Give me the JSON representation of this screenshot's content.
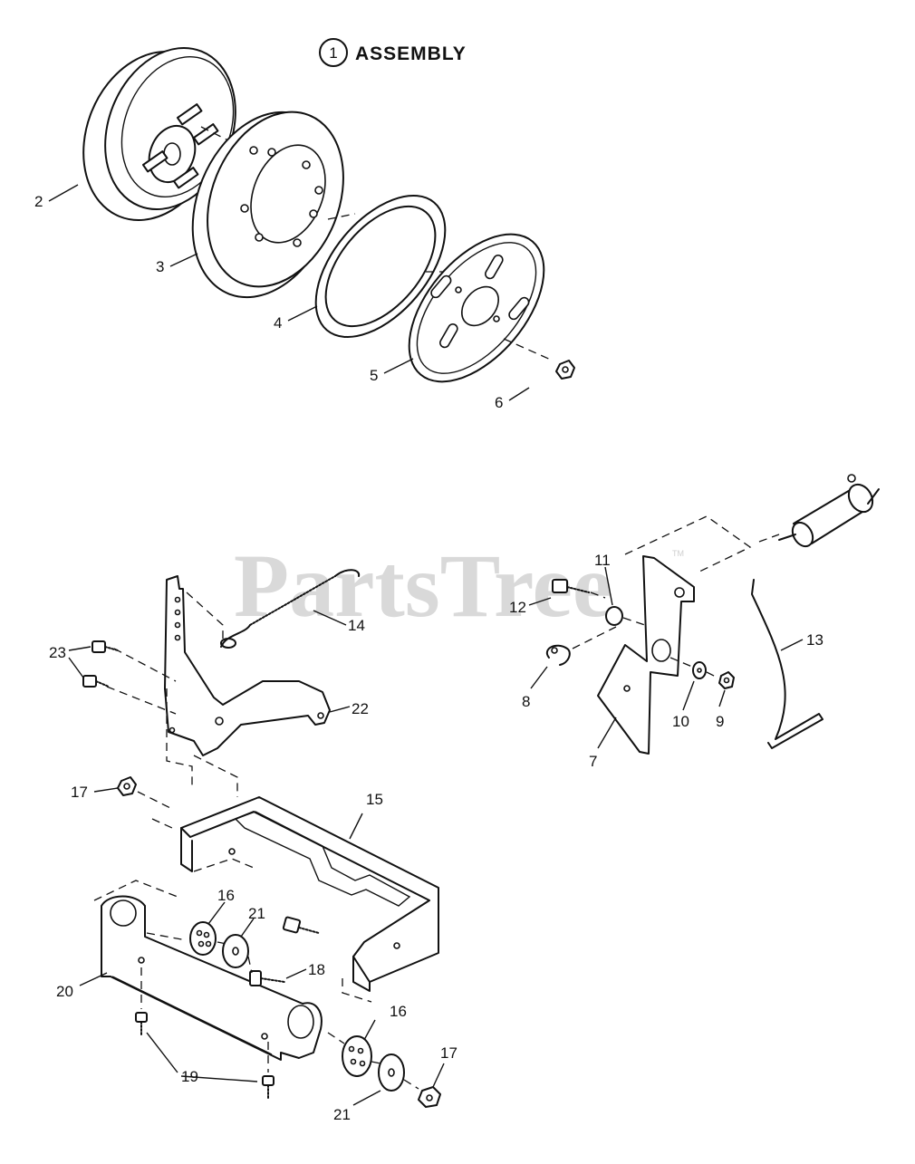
{
  "assembly": {
    "number": "1",
    "label": "ASSEMBLY"
  },
  "watermark": {
    "text": "PartsTree",
    "trademark": "TM"
  },
  "callouts": {
    "c2": "2",
    "c3": "3",
    "c4": "4",
    "c5": "5",
    "c6": "6",
    "c7": "7",
    "c8": "8",
    "c9": "9",
    "c10": "10",
    "c11": "11",
    "c12": "12",
    "c13": "13",
    "c14": "14",
    "c15": "15",
    "c16a": "16",
    "c16b": "16",
    "c17a": "17",
    "c17b": "17",
    "c18": "18",
    "c19": "19",
    "c20": "20",
    "c21a": "21",
    "c21b": "21",
    "c22": "22",
    "c23": "23"
  }
}
